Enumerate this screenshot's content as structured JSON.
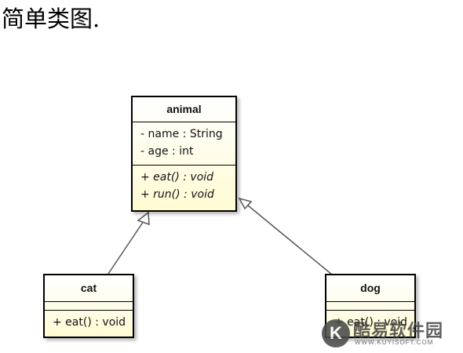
{
  "heading": "简单类图.",
  "classes": {
    "animal": {
      "name": "animal",
      "attributes": [
        "- name : String",
        "- age : int"
      ],
      "operations": [
        "+ eat() : void",
        "+ run() : void"
      ],
      "operations_abstract": true
    },
    "cat": {
      "name": "cat",
      "attributes": [],
      "operations": [
        "+ eat() : void"
      ]
    },
    "dog": {
      "name": "dog",
      "attributes": [],
      "operations": [
        "+ eat() : void"
      ]
    }
  },
  "relations": [
    {
      "from": "cat",
      "to": "animal",
      "type": "generalization"
    },
    {
      "from": "dog",
      "to": "animal",
      "type": "generalization"
    }
  ],
  "watermark": {
    "badge": "K",
    "name": "酷易软件园",
    "url": "WWW.KUYISOFT.COM"
  },
  "colors": {
    "class_fill": "#fffbd2",
    "border": "#000000",
    "connector": "#555555"
  }
}
